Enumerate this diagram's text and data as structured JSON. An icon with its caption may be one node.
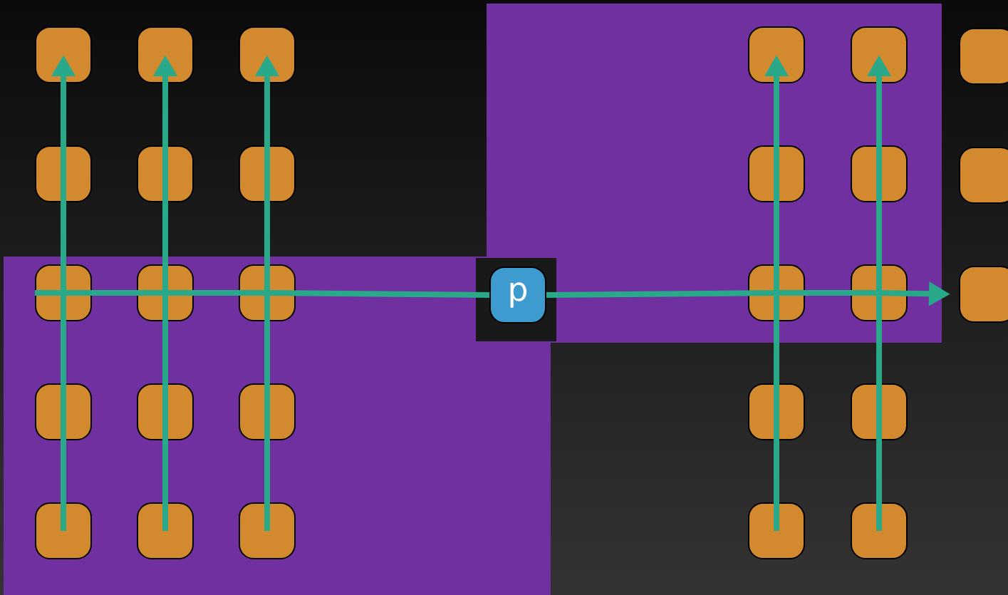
{
  "diagram": {
    "nodes": [
      {
        "text": [],
        "shape": "box"
      },
      {
        "text": [],
        "shape": "box"
      },
      {
        "text": [],
        "shape": "box"
      },
      {
        "text": [],
        "shape": "box"
      },
      {
        "text": [],
        "shape": "box"
      },
      {
        "text": [],
        "shape": "box",
        "in": 1
      },
      {
        "text": [],
        "shape": "box",
        "in": 1
      },
      {
        "text": [],
        "shape": "box"
      },
      {
        "text": [],
        "shape": "box"
      },
      {
        "text": [],
        "shape": "box"
      },
      {
        "text": [],
        "shape": "box"
      },
      {
        "text": [],
        "shape": "box",
        "in": 1
      },
      {
        "text": [],
        "shape": "box",
        "in": 1
      },
      {
        "text": [],
        "shape": "box"
      },
      {
        "text": [],
        "shape": "box",
        "in": 0
      },
      {
        "text": [],
        "shape": "box",
        "in": 0
      },
      {
        "text": [],
        "shape": "box",
        "in": 0
      },
      {
        "text": [],
        "shape": "box",
        "in": 1
      },
      {
        "text": [],
        "shape": "box",
        "in": 1
      },
      {
        "text": [],
        "shape": "box"
      },
      {
        "text": [],
        "shape": "box",
        "in": 0
      },
      {
        "text": [],
        "shape": "box",
        "in": 0
      },
      {
        "text": [],
        "shape": "box",
        "in": 0
      },
      {
        "text": [],
        "shape": "box"
      },
      {
        "text": [],
        "shape": "box"
      },
      {
        "text": [],
        "shape": "box",
        "in": 0
      },
      {
        "text": [],
        "shape": "box",
        "in": 0
      },
      {
        "text": [],
        "shape": "box",
        "in": 0
      },
      {
        "text": [],
        "shape": "box"
      },
      {
        "text": [],
        "shape": "box"
      },
      {
        "text": [
          "p"
        ]
      }
    ],
    "edges": [
      {
        "from": 25,
        "to": 20,
        "arrow": "none"
      },
      {
        "from": 20,
        "to": 14,
        "arrow": "none"
      },
      {
        "from": 14,
        "to": 8,
        "arrow": "none"
      },
      {
        "from": 8,
        "to": 2,
        "arrow": "to"
      },
      {
        "from": 26,
        "to": 21,
        "arrow": "none"
      },
      {
        "from": 21,
        "to": 15,
        "arrow": "none"
      },
      {
        "from": 15,
        "to": 9,
        "arrow": "none"
      },
      {
        "from": 9,
        "to": 3,
        "arrow": "to"
      },
      {
        "from": 27,
        "to": 22,
        "arrow": "none"
      },
      {
        "from": 22,
        "to": 16,
        "arrow": "none"
      },
      {
        "from": 16,
        "to": 10,
        "arrow": "none"
      },
      {
        "from": 10,
        "to": 4,
        "arrow": "to"
      },
      {
        "from": 28,
        "to": 23,
        "arrow": "none"
      },
      {
        "from": 23,
        "to": 17,
        "arrow": "none"
      },
      {
        "from": 17,
        "to": 11,
        "arrow": "none"
      },
      {
        "from": 11,
        "to": 5,
        "arrow": "to"
      },
      {
        "from": 29,
        "to": 24,
        "arrow": "none"
      },
      {
        "from": 24,
        "to": 18,
        "arrow": "none"
      },
      {
        "from": 18,
        "to": 12,
        "arrow": "none"
      },
      {
        "from": 12,
        "to": 6,
        "arrow": "to"
      },
      {
        "from": 14,
        "to": 15,
        "arrow": "none"
      },
      {
        "from": 15,
        "to": 16,
        "arrow": "none"
      },
      {
        "from": 16,
        "to": 30,
        "arrow": "none"
      },
      {
        "from": 30,
        "to": 17,
        "arrow": "none"
      },
      {
        "from": 17,
        "to": 18,
        "arrow": "none"
      },
      {
        "from": 18,
        "to": 19,
        "arrow": "to"
      }
    ]
  }
}
